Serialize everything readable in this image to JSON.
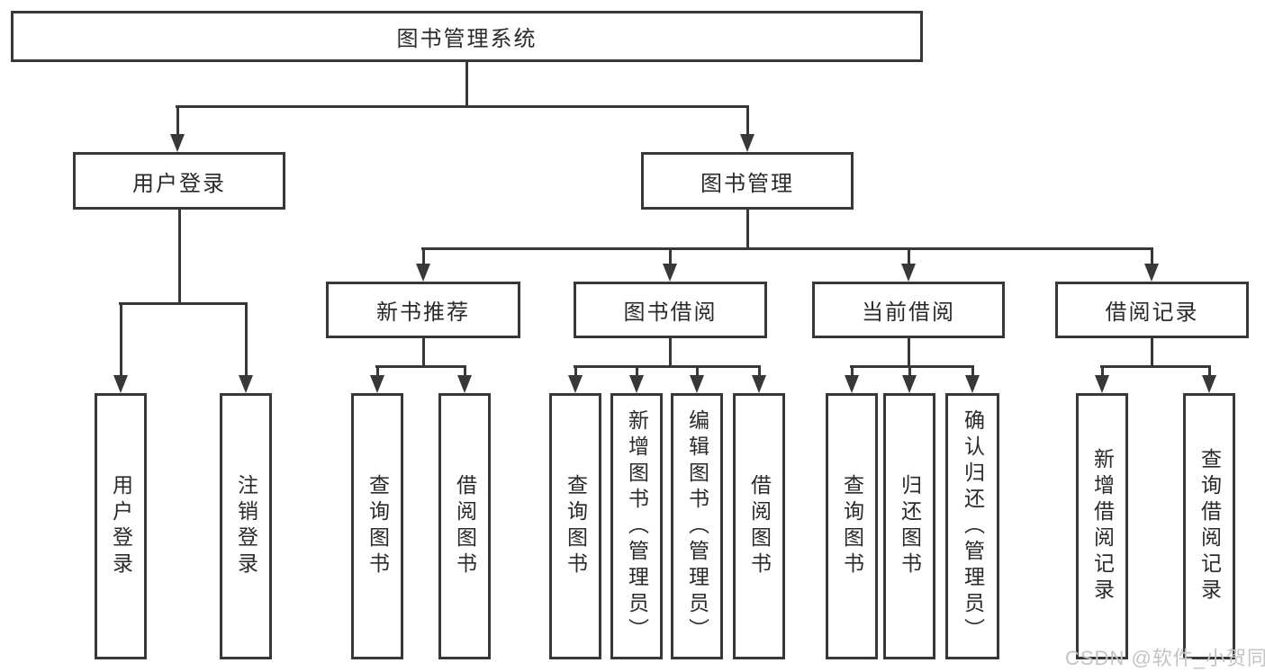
{
  "diagram": {
    "root": "图书管理系统",
    "level2": {
      "user_login": "用户登录",
      "book_management": "图书管理"
    },
    "level3": {
      "new_book_recommend": "新书推荐",
      "book_borrow": "图书借阅",
      "current_borrow": "当前借阅",
      "borrow_records": "借阅记录"
    },
    "leaves": {
      "user_login": "用户登录",
      "logout": "注销登录",
      "recommend_query_book": "查询图书",
      "recommend_borrow_book": "借阅图书",
      "borrow_query_book": "查询图书",
      "borrow_add_book_admin": "新增图书（管理员）",
      "borrow_edit_book_admin": "编辑图书（管理员）",
      "borrow_borrow_book": "借阅图书",
      "current_query_book": "查询图书",
      "current_return_book": "归还图书",
      "current_confirm_return_admin": "确认归还（管理员）",
      "records_add_record": "新增借阅记录",
      "records_query_record": "查询借阅记录"
    }
  },
  "watermark": "CSDN @软件_小贺同学",
  "colors": {
    "line": "#383838",
    "text": "#2a2a2a",
    "watermark": "#c4c4c4",
    "background": "#ffffff"
  }
}
